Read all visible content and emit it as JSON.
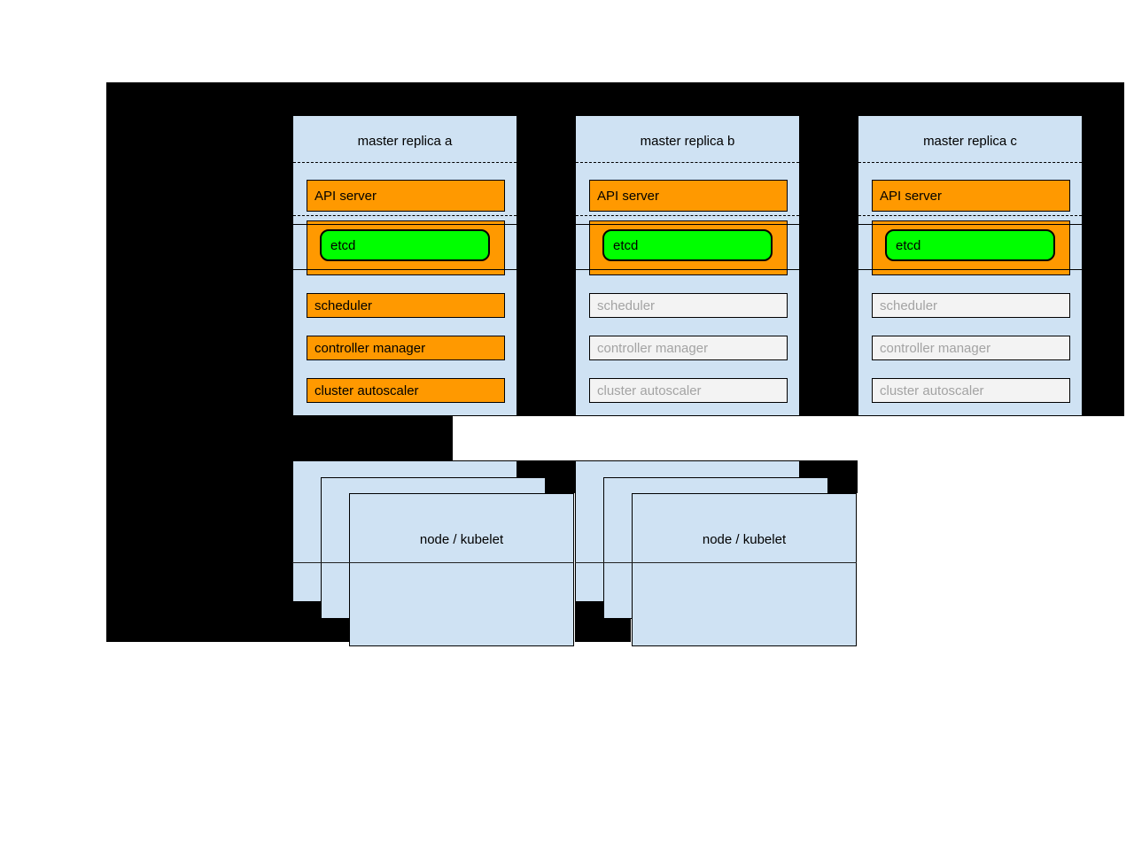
{
  "masters": [
    {
      "title": "master replica a",
      "api_server": "API server",
      "etcd": "etcd",
      "scheduler": "scheduler",
      "controller_manager": "controller manager",
      "cluster_autoscaler": "cluster autoscaler",
      "active": true
    },
    {
      "title": "master replica b",
      "api_server": "API server",
      "etcd": "etcd",
      "scheduler": "scheduler",
      "controller_manager": "controller manager",
      "cluster_autoscaler": "cluster autoscaler",
      "active": false
    },
    {
      "title": "master replica c",
      "api_server": "API server",
      "etcd": "etcd",
      "scheduler": "scheduler",
      "controller_manager": "controller manager",
      "cluster_autoscaler": "cluster autoscaler",
      "active": false
    }
  ],
  "nodes": [
    {
      "title": "node / kubelet"
    },
    {
      "title": "node / kubelet"
    }
  ],
  "colors": {
    "bg": "#000000",
    "panel": "#cfe2f3",
    "active": "#ff9900",
    "etcd": "#00ff00",
    "inactive": "#f3f3f3",
    "inactive_text": "#a3a3a3"
  }
}
